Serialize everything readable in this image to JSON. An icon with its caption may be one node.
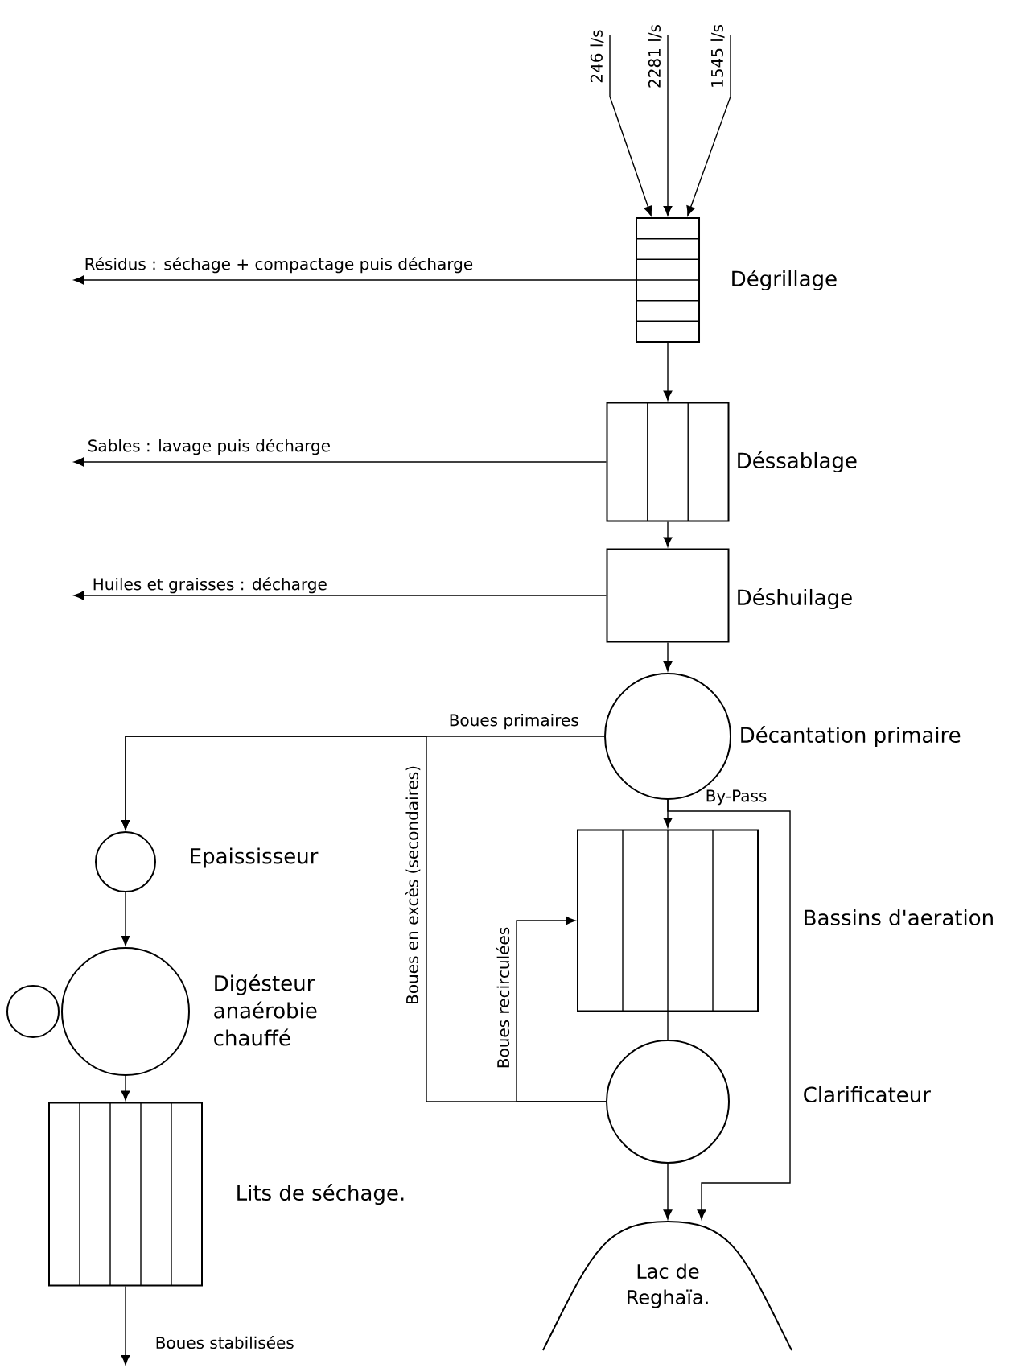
{
  "diagram": {
    "nodes": [
      {
        "text": [],
        "shape": "box",
        "beside": [
          "Dégrillage"
        ]
      },
      {
        "text": [],
        "shape": "box",
        "beside": [
          "Déssablage"
        ]
      },
      {
        "text": [],
        "shape": "box",
        "beside": [
          "Déshuilage"
        ]
      },
      {
        "text": [],
        "shape": "circle",
        "beside": [
          "Décantation primaire"
        ]
      },
      {
        "text": [],
        "shape": "box",
        "beside": [
          "Bassins d'aeration"
        ]
      },
      {
        "text": [],
        "shape": "circle",
        "beside": [
          "Clarificateur"
        ]
      },
      {
        "text": [
          "Lac de Reghaïa."
        ]
      },
      {
        "text": [],
        "shape": "circle",
        "beside": [
          "Epaississeur"
        ]
      },
      {
        "text": [],
        "shape": "circle",
        "beside": [
          "Digésteur anaérobie chauffé"
        ]
      },
      {
        "text": [],
        "shape": "circle"
      },
      {
        "text": [],
        "shape": "box",
        "beside": [
          "Lits de séchage."
        ]
      }
    ],
    "edges": [
      {
        "from": null,
        "to": 0,
        "arrow": "to",
        "label": "246 l/s"
      },
      {
        "from": null,
        "to": 0,
        "arrow": "to",
        "label": "2281 l/s"
      },
      {
        "from": null,
        "to": 0,
        "arrow": "to",
        "label": "1545 l/s"
      },
      {
        "from": 0,
        "to": null,
        "arrow": "to",
        "label": "Résidus : séchage + compactage puis décharge"
      },
      {
        "from": 0,
        "to": 1,
        "arrow": "to"
      },
      {
        "from": 1,
        "to": null,
        "arrow": "to",
        "label": "Sables : lavage puis décharge"
      },
      {
        "from": 1,
        "to": 2,
        "arrow": "to"
      },
      {
        "from": 2,
        "to": null,
        "arrow": "to",
        "label": "Huiles et graisses : décharge"
      },
      {
        "from": 2,
        "to": 3,
        "arrow": "to"
      },
      {
        "from": 3,
        "to": 7,
        "arrow": "to",
        "label": "Boues primaires"
      },
      {
        "from": 3,
        "to": 4,
        "arrow": "to"
      },
      {
        "from": 3,
        "to": 6,
        "arrow": "to",
        "label": "By-Pass"
      },
      {
        "from": 4,
        "to": 5,
        "arrow": "none"
      },
      {
        "from": 5,
        "to": 6,
        "arrow": "to"
      },
      {
        "from": 5,
        "to": 7,
        "arrow": "to",
        "label": "Boues en excès (secondaires)"
      },
      {
        "from": 5,
        "to": 4,
        "arrow": "to",
        "label": "Boues recirculées"
      },
      {
        "from": 7,
        "to": 8,
        "arrow": "to"
      },
      {
        "from": 8,
        "to": 10,
        "arrow": "to"
      },
      {
        "from": 10,
        "to": null,
        "arrow": "to",
        "label": "Boues stabilisées"
      }
    ]
  }
}
